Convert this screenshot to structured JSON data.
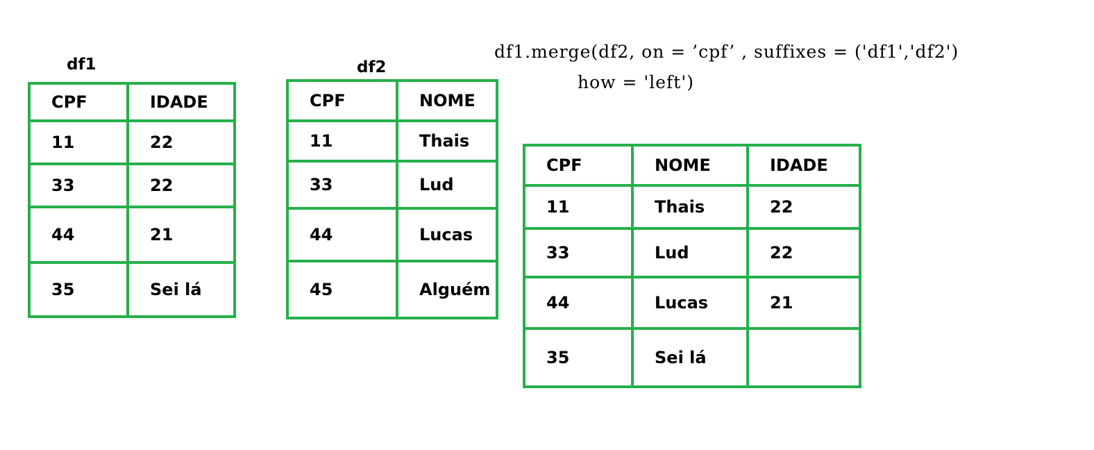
{
  "df1": {
    "label": "df1",
    "headers": [
      "CPF",
      "IDADE"
    ],
    "rows": [
      [
        "11",
        "22"
      ],
      [
        "33",
        "22"
      ],
      [
        "44",
        "21"
      ],
      [
        "35",
        "Sei lá"
      ]
    ]
  },
  "df2": {
    "label": "df2",
    "headers": [
      "CPF",
      "NOME"
    ],
    "rows": [
      [
        "11",
        "Thais"
      ],
      [
        "33",
        "Lud"
      ],
      [
        "44",
        "Lucas"
      ],
      [
        "45",
        "Alguém"
      ]
    ]
  },
  "code": {
    "line1": "df1.merge(df2, on = ’cpf’ , suffixes = ('df1','df2')",
    "line2": "how = 'left')"
  },
  "result": {
    "headers": [
      "CPF",
      "NOME",
      "IDADE"
    ],
    "rows": [
      [
        "11",
        "Thais",
        "22"
      ],
      [
        "33",
        "Lud",
        "22"
      ],
      [
        "44",
        "Lucas",
        "21"
      ],
      [
        "35",
        "Sei lá",
        ""
      ]
    ]
  },
  "border_color": "#25b04a"
}
